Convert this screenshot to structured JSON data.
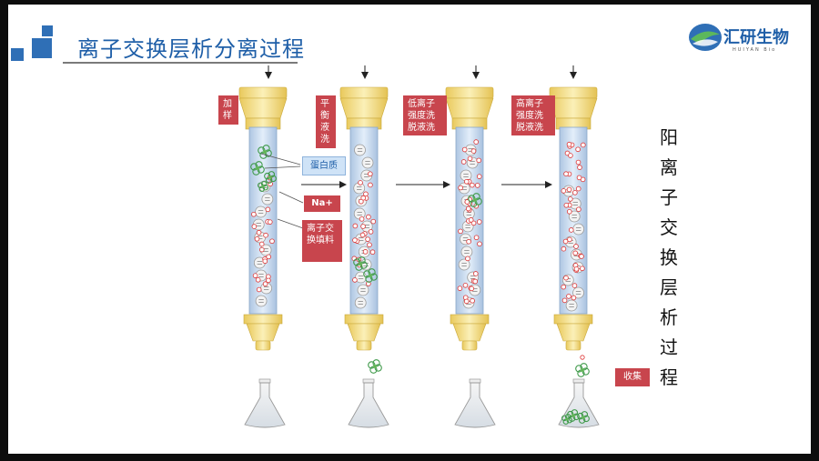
{
  "slide": {
    "title": "离子交换层析分离过程",
    "brand": {
      "name": "汇研生物",
      "subtitle": "HUIYAN Bio"
    },
    "side_title": [
      "阳",
      "离",
      "子",
      "交",
      "换",
      "层",
      "析",
      "过",
      "程"
    ]
  },
  "steps": [
    {
      "label": "加样"
    },
    {
      "label": "平衡液洗"
    },
    {
      "label": "低离子强度洗脱液洗"
    },
    {
      "label": "高离子强度洗脱液洗"
    }
  ],
  "annotations": {
    "protein": "蛋白质",
    "sodium": "Na+",
    "resin": "离子交换填料",
    "collect": "收集"
  },
  "colors": {
    "accent": "#2f6fb6",
    "label_bg": "#c8454d",
    "column_cap": "#f2d77a",
    "column_body": "#c7d8ec",
    "protein": "#3f9a4a"
  }
}
